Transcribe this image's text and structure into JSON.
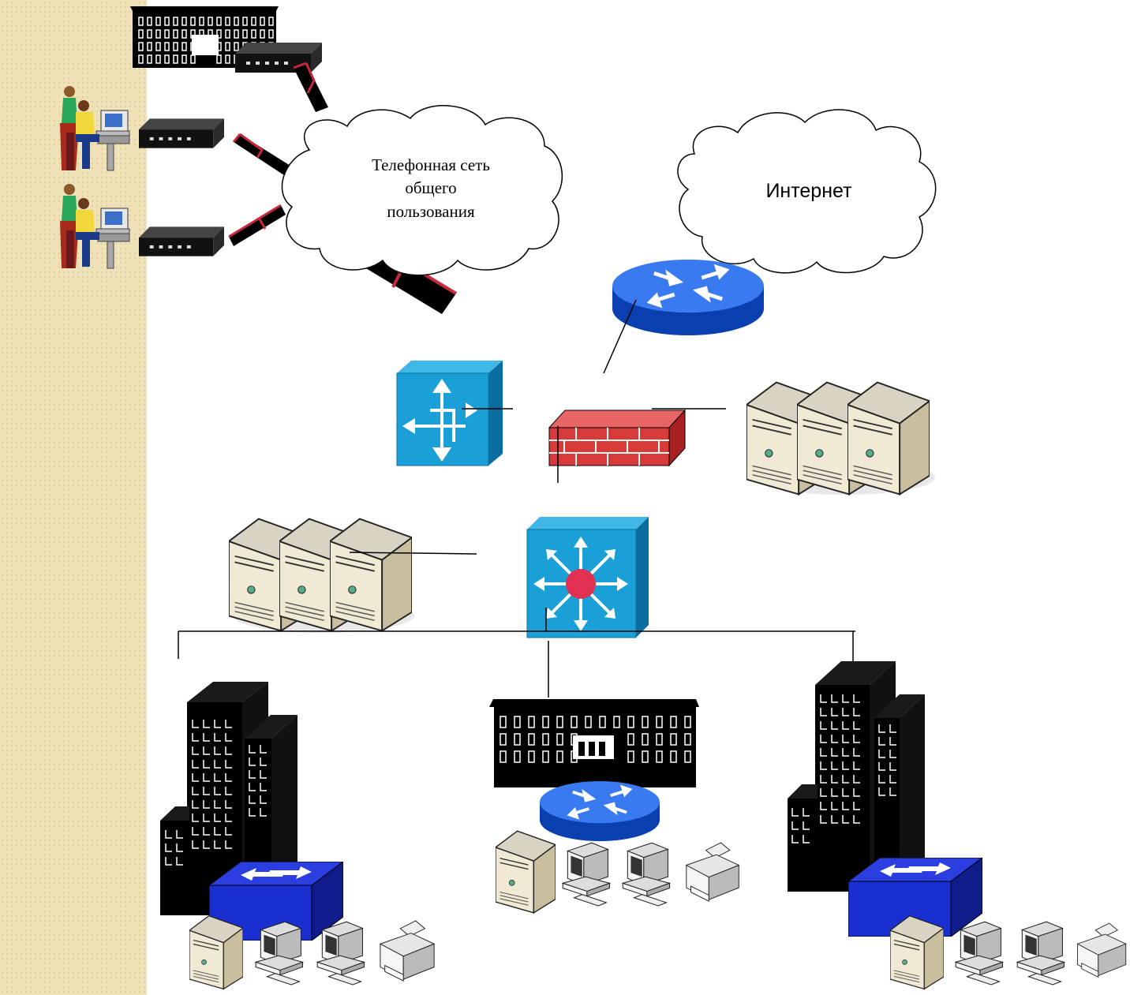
{
  "clouds": {
    "pstn": {
      "line1": "Телефонная сеть",
      "line2": "общего",
      "line3": "пользования"
    },
    "internet": {
      "label": "Интернет"
    }
  },
  "icons": [
    "building-icon",
    "modem-icon",
    "user-workstation-icon",
    "phone-cable-icon",
    "cloud-icon",
    "router-icon",
    "access-server-icon",
    "firewall-icon",
    "server-cluster-icon",
    "layer3-switch-icon",
    "office-tower-icon",
    "switch-icon",
    "pc-icon",
    "printer-icon",
    "server-icon"
  ],
  "colors": {
    "router": "#2f6fe8",
    "firewall": "#d83a3a",
    "l3switch": "#1aa0d6",
    "lan_switch": "#1a2fd0",
    "sidebar": "#efe2b8"
  }
}
